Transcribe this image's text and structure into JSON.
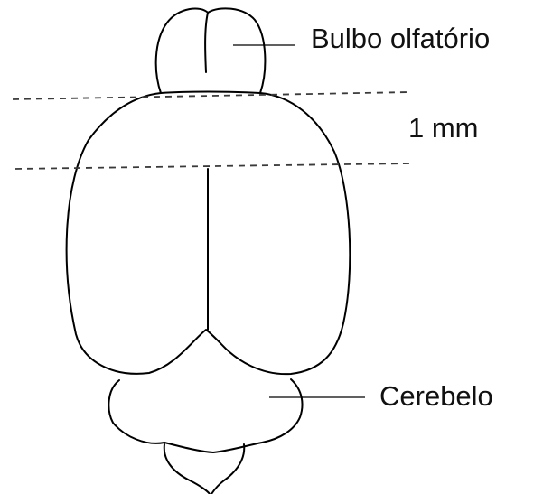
{
  "labels": {
    "olfactory_bulb": "Bulbo olfatório",
    "scale": "1 mm",
    "cerebellum": "Cerebelo"
  },
  "colors": {
    "outline": "#000000",
    "dashed_line": "#3a3a3a",
    "background": "#ffffff"
  }
}
